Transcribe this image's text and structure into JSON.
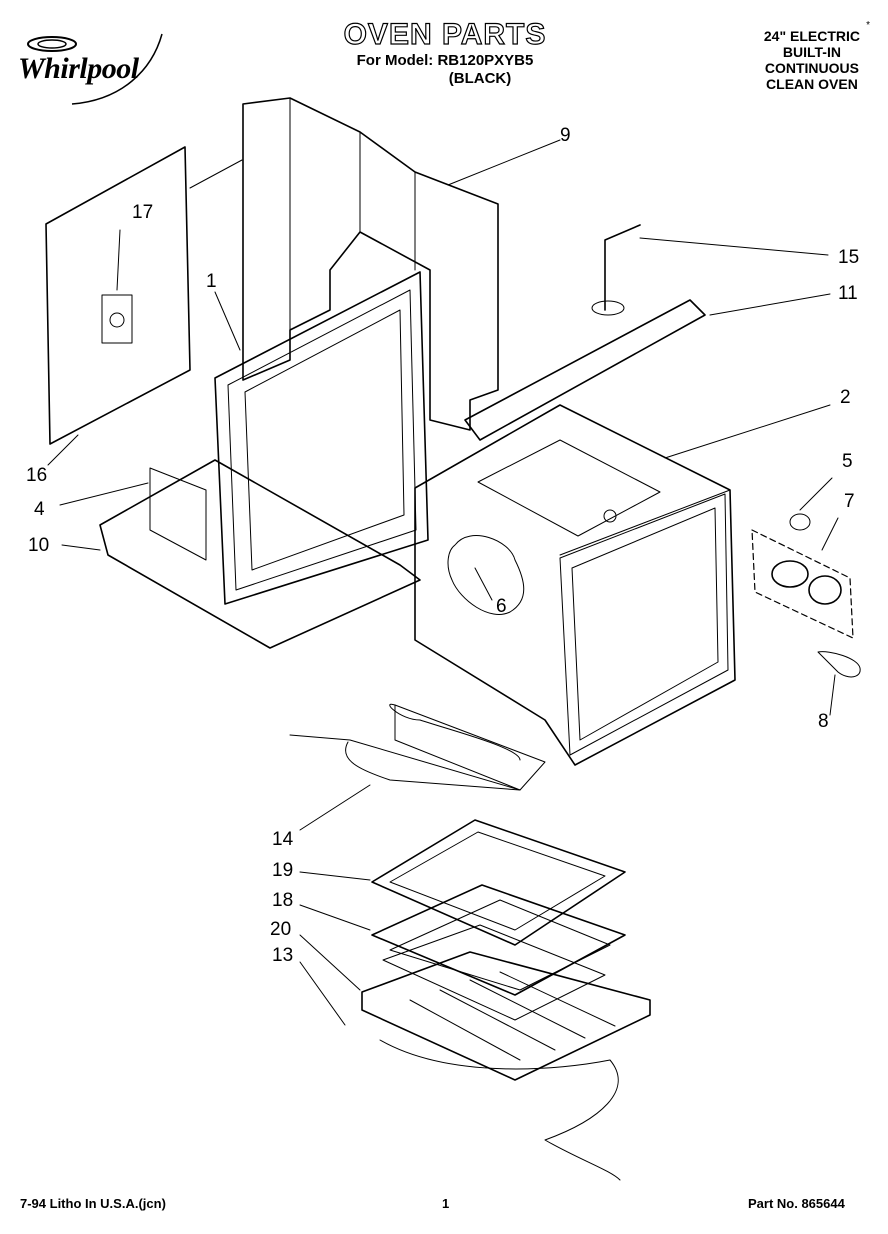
{
  "header": {
    "brand": "Whirlpool",
    "title": "OVEN PARTS",
    "model_line": "For Model: RB120PXYB5",
    "color_line": "(BLACK)",
    "oven_type": [
      "24\" ELECTRIC",
      "BUILT-IN",
      "CONTINUOUS",
      "CLEAN OVEN"
    ],
    "asterisk": "*"
  },
  "callouts": {
    "c1": "1",
    "c2": "2",
    "c4": "4",
    "c5": "5",
    "c6": "6",
    "c7": "7",
    "c8": "8",
    "c9": "9",
    "c10": "10",
    "c11": "11",
    "c13": "13",
    "c14": "14",
    "c15": "15",
    "c16": "16",
    "c17": "17",
    "c18": "18",
    "c19": "19",
    "c20": "20"
  },
  "footer": {
    "litho": "7-94 Litho In U.S.A.(jcn)",
    "page": "1",
    "part_no": "Part No. 865644"
  }
}
